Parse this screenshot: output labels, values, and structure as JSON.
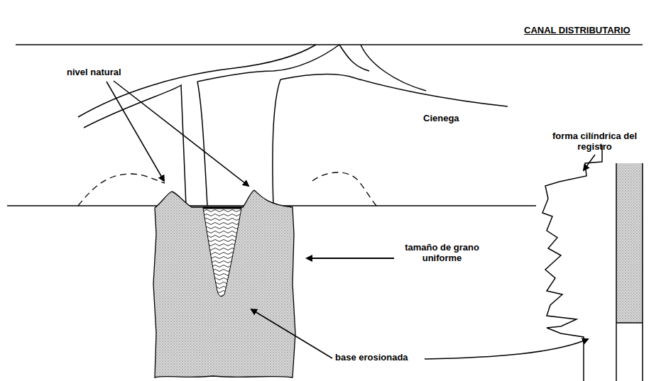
{
  "diagram": {
    "title": "CANAL DISTRIBUTARIO",
    "labels": [
      "nivel natural",
      "Cienega",
      "forma cilíndrica del registro",
      "tamaño de grano uniforme",
      "base erosionada"
    ]
  }
}
